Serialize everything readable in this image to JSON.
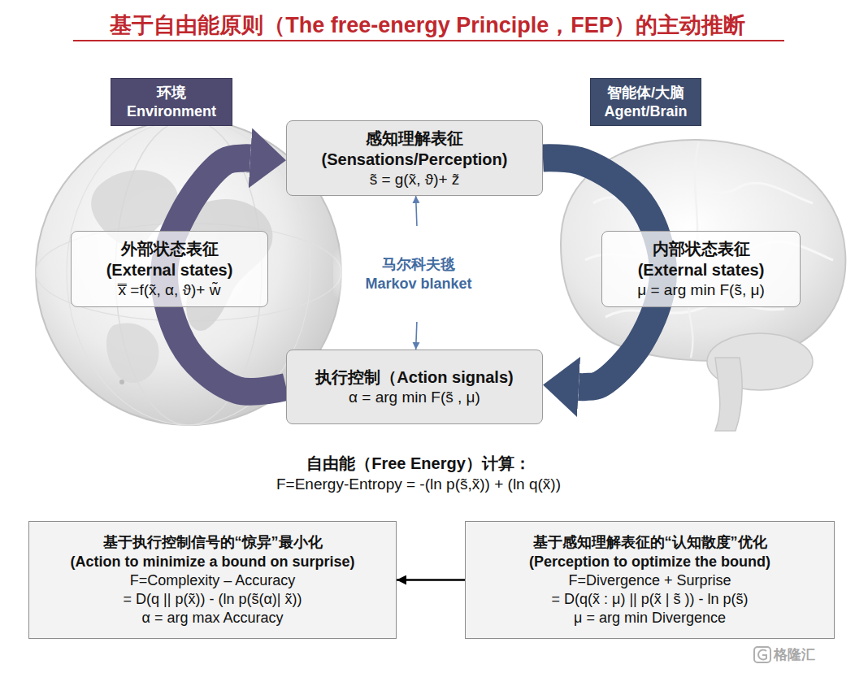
{
  "diagram": {
    "title": "基于自由能原则（The free-energy Principle，FEP）的主动推断",
    "nodes": [
      {
        "text": [
          "环境",
          "Environment"
        ]
      },
      {
        "text": [
          "智能体/大脑",
          "Agent/Brain"
        ]
      },
      {
        "text": [
          "感知理解表征",
          "(Sensations/Perception)",
          "s̃ = g(x̃, ϑ)+ z̃"
        ]
      },
      {
        "text": [
          "外部状态表征",
          "(External states)",
          "x̿ =f(x̃, α, ϑ)+ w̃"
        ]
      },
      {
        "text": [
          "马尔科夫毯",
          "Markov blanket"
        ]
      },
      {
        "text": [
          "内部状态表征",
          "(External states)",
          "μ = arg min F(s̃, μ)"
        ]
      },
      {
        "text": [
          "执行控制（Action signals)",
          "α = arg min F(s̃ , μ)"
        ]
      },
      {
        "text": [
          "基于执行控制信号的“惊异”最小化",
          "(Action to minimize a bound on surprise)",
          "F=Complexity – Accuracy",
          "= D(q || p(x̃)) - (ln p(s̃(α)| x̃))",
          "α = arg max Accuracy"
        ]
      },
      {
        "text": [
          "基于感知理解表征的“认知散度”优化",
          "(Perception to optimize the bound)",
          "F=Divergence + Surprise",
          "= D(q(x̃ : μ) || p(x̃ | s̃ )) - ln p(s̃)",
          "μ = arg min Divergence"
        ]
      }
    ],
    "edges": [
      {
        "from": 6,
        "to": 2,
        "arrow": "to"
      },
      {
        "from": 2,
        "to": 6,
        "arrow": "to"
      },
      {
        "from": 4,
        "to": 2,
        "arrow": "to"
      },
      {
        "from": 4,
        "to": 6,
        "arrow": "to"
      },
      {
        "from": 8,
        "to": 7,
        "arrow": "to"
      }
    ],
    "labels": [
      "自由能（Free Energy）计算：",
      "F=Energy-Entropy = -(ln p(s̃,x̃)) + (ln q(x̃))",
      "格隆汇"
    ]
  }
}
